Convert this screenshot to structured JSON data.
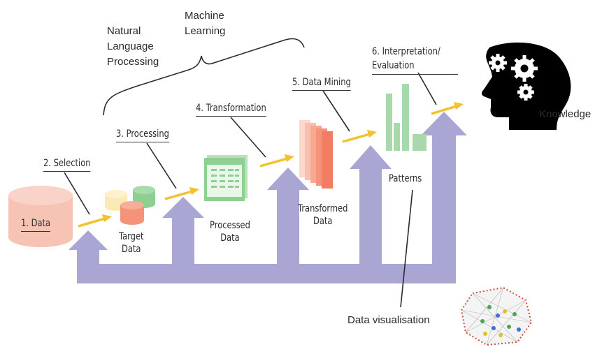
{
  "top_labels": {
    "natural_language_processing": "Natural\nLanguage\nProcessing",
    "machine_learning": "Machine\nLearning"
  },
  "steps": {
    "data": "1. Data",
    "selection": "2. Selection",
    "processing": "3. Processing",
    "transformation": "4. Transformation",
    "data_mining": "5. Data Mining",
    "interpretation": "6. Interpretation/\nEvaluation"
  },
  "artifacts": {
    "target_data": "Target\nData",
    "processed_data": "Processed\nData",
    "transformed_data": "Transformed\nData",
    "patterns": "Patterns",
    "knowledge": "Knowledge"
  },
  "annotations": {
    "data_visualisation": "Data visualisation"
  },
  "colors": {
    "feedback_arrow": "#a9a6d4",
    "step_arrow": "#f2c12e",
    "data_cylinder": "#f7c3b4",
    "processed_doc": "#8fcf92",
    "transformed_stack": "#f4937a",
    "patterns_bars": "#a8d8ab",
    "head_icon": "#000000"
  },
  "icons": [
    "database-icon",
    "cylinders-icon",
    "spreadsheet-icon",
    "stacked-pages-icon",
    "bar-pattern-icon",
    "head-gears-icon",
    "network-graph-icon"
  ]
}
